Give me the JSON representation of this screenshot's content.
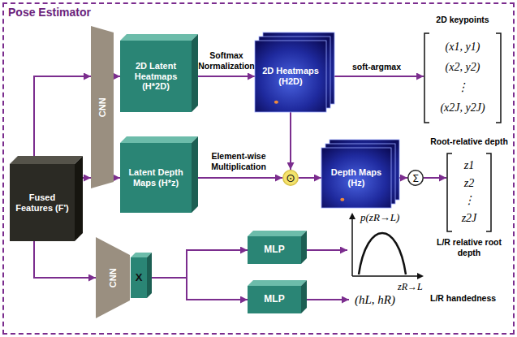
{
  "diagram": {
    "nodes": [
      {
        "text": [
          "Pose Estimator"
        ]
      },
      {
        "text": [
          "Fused Features (F')"
        ],
        "in": 0
      },
      {
        "text": [
          "CNN"
        ],
        "in": 0
      },
      {
        "text": [
          "2D Latent Heatmaps (H*2D)"
        ],
        "in": 0
      },
      {
        "text": [
          "2D Heatmaps (H2D)"
        ],
        "in": 0
      },
      {
        "text": [
          "2D keypoints",
          "(x1, y1)",
          "(x2, y2)",
          "⋮",
          "(x2J, y2J)"
        ],
        "in": 0
      },
      {
        "text": [
          "Latent Depth Maps (H*z)"
        ],
        "in": 0
      },
      {
        "text": [
          "Depth Maps (Hz)"
        ],
        "in": 0
      },
      {
        "text": [
          "Root-relative depth",
          "z1",
          "z2",
          "⋮",
          "z2J"
        ],
        "in": 0
      },
      {
        "text": [
          "Σ"
        ],
        "in": 0
      },
      {
        "text": [
          "⊙"
        ],
        "in": 0
      },
      {
        "text": [
          "CNN"
        ],
        "in": 0
      },
      {
        "text": [
          "X"
        ],
        "in": 0
      },
      {
        "text": [
          "MLP"
        ],
        "in": 0
      },
      {
        "text": [
          "MLP"
        ],
        "in": 0
      },
      {
        "text": [
          "p(zR→L)",
          "zR→L",
          "L/R relative root depth"
        ],
        "in": 0
      },
      {
        "text": [
          "(hL, hR)",
          "L/R handedness"
        ],
        "in": 0
      }
    ],
    "edges": [
      {
        "from": 1,
        "to": 2,
        "arrow": "to"
      },
      {
        "from": 1,
        "to": 2,
        "arrow": "to"
      },
      {
        "from": 1,
        "to": 11,
        "arrow": "to"
      },
      {
        "from": 2,
        "to": 3,
        "arrow": "to"
      },
      {
        "from": 2,
        "to": 6,
        "arrow": "to"
      },
      {
        "from": 3,
        "to": 4,
        "label": "Softmax Normalization",
        "arrow": "to"
      },
      {
        "from": 4,
        "to": 5,
        "label": "soft-argmax",
        "arrow": "to"
      },
      {
        "from": 4,
        "to": 10,
        "arrow": "to"
      },
      {
        "from": 6,
        "to": 10,
        "label": "Element-wise Multiplication",
        "arrow": "to"
      },
      {
        "from": 10,
        "to": 7,
        "arrow": "to"
      },
      {
        "from": 7,
        "to": 9,
        "arrow": "to"
      },
      {
        "from": 9,
        "to": 8,
        "arrow": "to"
      },
      {
        "from": 12,
        "to": 13,
        "arrow": "to"
      },
      {
        "from": 12,
        "to": 14,
        "arrow": "to"
      },
      {
        "from": 13,
        "to": 15,
        "arrow": "to"
      },
      {
        "from": 14,
        "to": 16,
        "arrow": "to"
      }
    ]
  }
}
